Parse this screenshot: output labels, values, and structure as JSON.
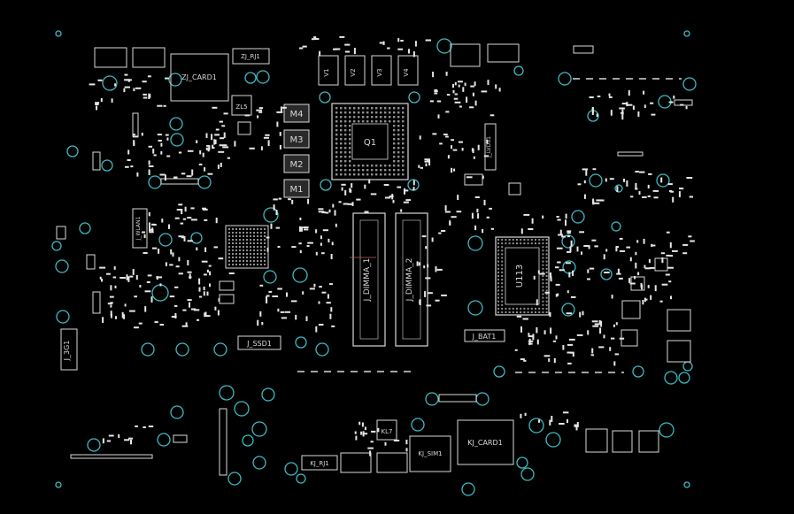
{
  "title": "",
  "colors": {
    "background": "#000000",
    "silkscreen": "#d8d8d8",
    "outline": "#bfbfbf",
    "via_ring": "#3fb9c2",
    "pad": "#e6e6e6"
  },
  "labels": {
    "zj_card1": "ZJ_CARD1",
    "zj_rj1": "ZJ_RJ1",
    "zl5": "ZL5",
    "q1": "Q1",
    "m4": "M4",
    "m3": "M3",
    "m2": "M2",
    "m1": "M1",
    "u113": "U113",
    "j_dimma_1": "J_DIMMA_1",
    "j_dimma_2": "J_DIMMA_2",
    "j_ssd1": "J_SSD1",
    "j_bat1": "J_BAT1",
    "j_3g1": "J_3G1",
    "j_wlan1": "J_WLAN1",
    "j_lvds1": "J_LVDS1",
    "kl7": "KL7",
    "kj_sim1": "KJ_SIM1",
    "kj_card1": "KJ_CARD1",
    "kj_rj1": "KJ_RJ1",
    "v_chips": [
      "V1",
      "V2",
      "V3",
      "V4"
    ]
  }
}
